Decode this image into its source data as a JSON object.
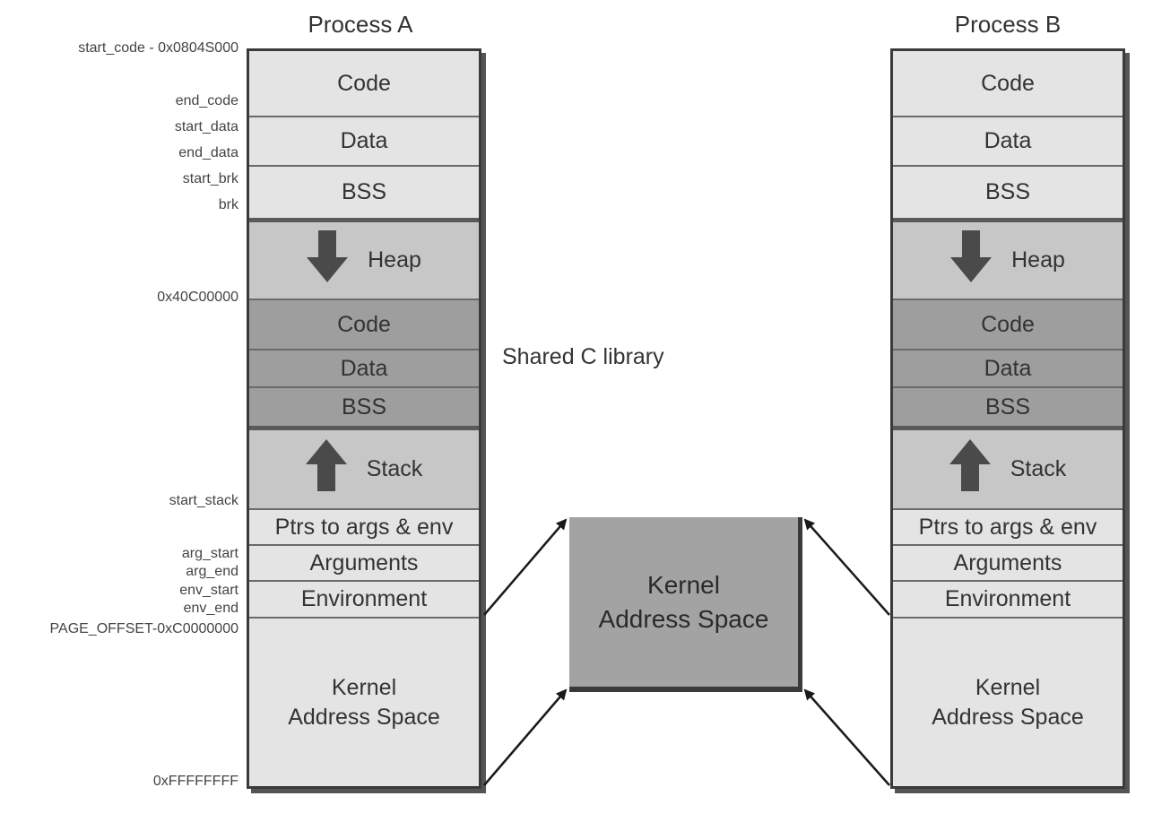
{
  "process_a": {
    "title": "Process A",
    "segments": {
      "code": "Code",
      "data": "Data",
      "bss": "BSS",
      "heap": "Heap",
      "lib_code": "Code",
      "lib_data": "Data",
      "lib_bss": "BSS",
      "stack": "Stack",
      "ptrs": "Ptrs to args & env",
      "arguments": "Arguments",
      "environment": "Environment",
      "kernel_line1": "Kernel",
      "kernel_line2": "Address Space"
    }
  },
  "process_b": {
    "title": "Process B",
    "segments": {
      "code": "Code",
      "data": "Data",
      "bss": "BSS",
      "heap": "Heap",
      "lib_code": "Code",
      "lib_data": "Data",
      "lib_bss": "BSS",
      "stack": "Stack",
      "ptrs": "Ptrs to args & env",
      "arguments": "Arguments",
      "environment": "Environment",
      "kernel_line1": "Kernel",
      "kernel_line2": "Address Space"
    }
  },
  "address_labels": {
    "start_code": "start_code - 0x0804S000",
    "end_code": "end_code",
    "start_data": "start_data",
    "end_data": "end_data",
    "start_brk": "start_brk",
    "brk": "brk",
    "lib_base": "0x40C00000",
    "start_stack": "start_stack",
    "arg_start": "arg_start",
    "arg_end": "arg_end",
    "env_start": "env_start",
    "env_end": "env_end",
    "page_offset": "PAGE_OFFSET-0xC0000000",
    "top": "0xFFFFFFFF"
  },
  "shared_label": "Shared C library",
  "kernel_box": {
    "line1": "Kernel",
    "line2": "Address Space"
  },
  "icons": {
    "heap_arrow": "arrow-down-icon",
    "stack_arrow": "arrow-up-icon"
  }
}
